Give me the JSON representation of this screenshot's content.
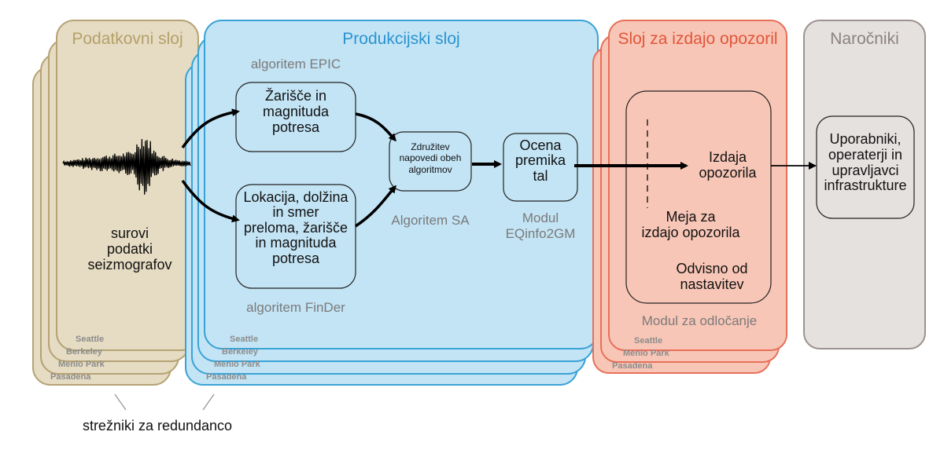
{
  "layers": {
    "data": {
      "title": "Podatkovni sloj",
      "raw_data": "surovi\npodatki\nseizmografov",
      "servers": [
        "Seattle",
        "Berkeley",
        "Menlo Park",
        "Pasadena"
      ]
    },
    "production": {
      "title": "Produkcijski sloj",
      "epic_label": "algoritem EPIC",
      "epic_box": "Žarišče in\nmagnituda\npotresa",
      "finder_box": "Lokacija, dolžina\nin smer\npreloma, žarišče\nin magnituda\npotresa",
      "finder_label": "algoritem FinDer",
      "combine_box": "Združitev\nnapovedi obeh\nalgoritmov",
      "sa_label": "Algoritem SA",
      "gm_box": "Ocena\npremika\ntal",
      "gm_label": "Modul\nEQinfo2GM",
      "servers": [
        "Seattle",
        "Berkeley",
        "Menlo Park",
        "Pasadena"
      ]
    },
    "alert": {
      "title": "Sloj za izdajo opozoril",
      "issue": "Izdaja\nopozorila",
      "threshold": "Meja za\nizdajo opozorila",
      "depends": "Odvisno od\nnastavitev",
      "module_label": "Modul za odločanje",
      "servers": [
        "Seattle",
        "Menlo Park",
        "Pasadena"
      ]
    },
    "clients": {
      "title": "Naročniki",
      "users": "Uporabniki,\noperaterji in\nupravljavci\ninfrastrukture"
    }
  },
  "footer": "strežniki za redundanco",
  "colors": {
    "data_fill": "#e6dcc3",
    "data_stroke": "#b5a374",
    "data_title": "#b5a06a",
    "prod_fill": "#c3e4f5",
    "prod_stroke": "#3aa3d6",
    "prod_title": "#2a93cf",
    "alert_fill": "#f8c6b6",
    "alert_stroke": "#e7705a",
    "alert_title": "#e0553a",
    "client_fill": "#e5e1df",
    "client_stroke": "#9b9390",
    "client_title": "#8a8280"
  }
}
